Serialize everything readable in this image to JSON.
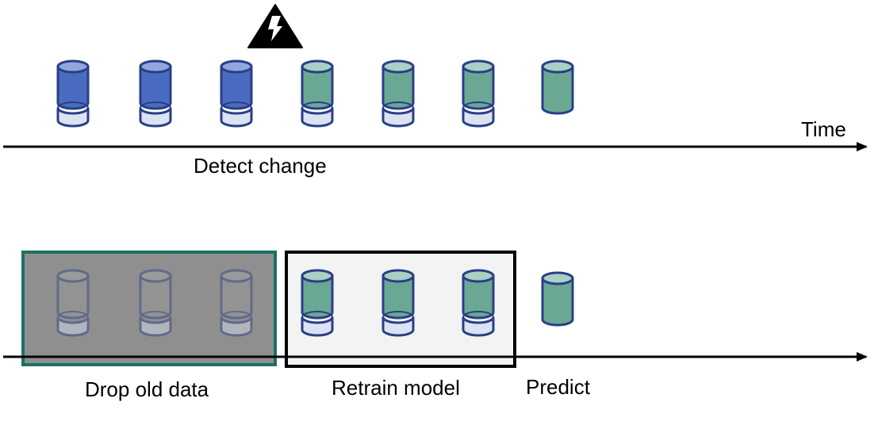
{
  "labels": {
    "time": "Time",
    "detect_change": "Detect change",
    "drop_old_data": "Drop old data",
    "retrain_model": "Retrain model",
    "predict": "Predict"
  },
  "colors": {
    "old_data_fill": "#4a6cc0",
    "old_data_top": "#8fa7db",
    "new_data_fill": "#6aa894",
    "new_data_top": "#a9d1c3",
    "outline": "#2a3f86",
    "base_fill": "#dbe3f3",
    "dropped_box_fill": "#8f8f8f",
    "dropped_box_border": "#1e7060",
    "retrain_box_fill": "#f3f3f3",
    "retrain_box_border": "#000000",
    "warning_fill": "#000000",
    "bolt_fill": "#ffffff"
  },
  "icons": {
    "warning": "lightning-warning-icon",
    "data": "database-cylinder-icon"
  }
}
